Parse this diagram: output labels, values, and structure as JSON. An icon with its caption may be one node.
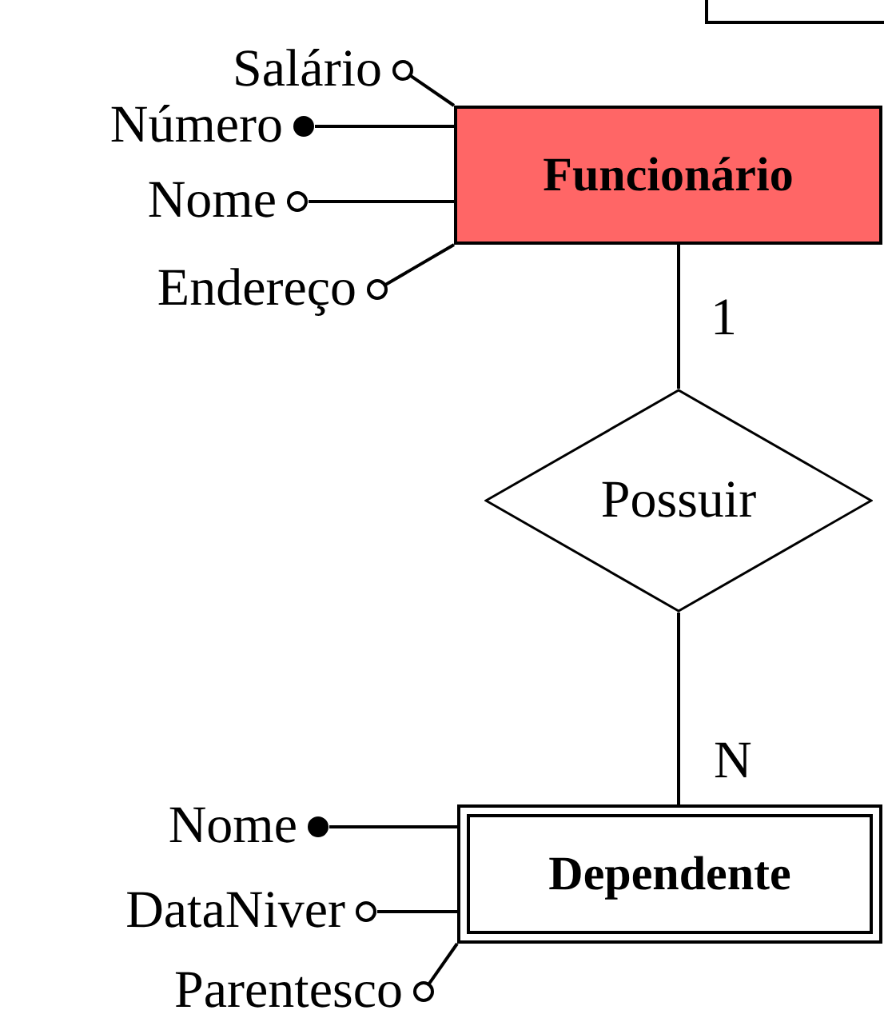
{
  "diagram": {
    "nodes": [
      {
        "text": [],
        "shape": "box"
      },
      {
        "text": [],
        "shape": "circle",
        "beside": [
          "Salário"
        ]
      },
      {
        "text": [],
        "shape": "dot",
        "beside": [
          "Número"
        ]
      },
      {
        "text": [
          "Funcionário"
        ]
      },
      {
        "text": [],
        "shape": "circle",
        "beside": [
          "Nome"
        ]
      },
      {
        "text": [],
        "shape": "circle",
        "beside": [
          "Endereço"
        ]
      },
      {
        "text": [
          "Possuir"
        ]
      },
      {
        "text": [],
        "shape": "dot",
        "beside": [
          "Nome"
        ]
      },
      {
        "text": [
          "Dependente"
        ]
      },
      {
        "text": [],
        "shape": "circle",
        "beside": [
          "DataNiver"
        ]
      },
      {
        "text": [],
        "shape": "circle",
        "beside": [
          "Parentesco"
        ]
      }
    ],
    "edges": [
      {
        "from": 1,
        "to": 3,
        "arrow": "none"
      },
      {
        "from": 2,
        "to": 3,
        "arrow": "none"
      },
      {
        "from": 4,
        "to": 3,
        "arrow": "none"
      },
      {
        "from": 5,
        "to": 3,
        "arrow": "none"
      },
      {
        "from": 3,
        "to": 6,
        "label": "1",
        "arrow": "none"
      },
      {
        "from": 6,
        "to": 8,
        "label": "N",
        "arrow": "none"
      },
      {
        "from": 7,
        "to": 8,
        "arrow": "none"
      },
      {
        "from": 9,
        "to": 8,
        "arrow": "none"
      },
      {
        "from": 10,
        "to": 8,
        "arrow": "none"
      }
    ]
  }
}
